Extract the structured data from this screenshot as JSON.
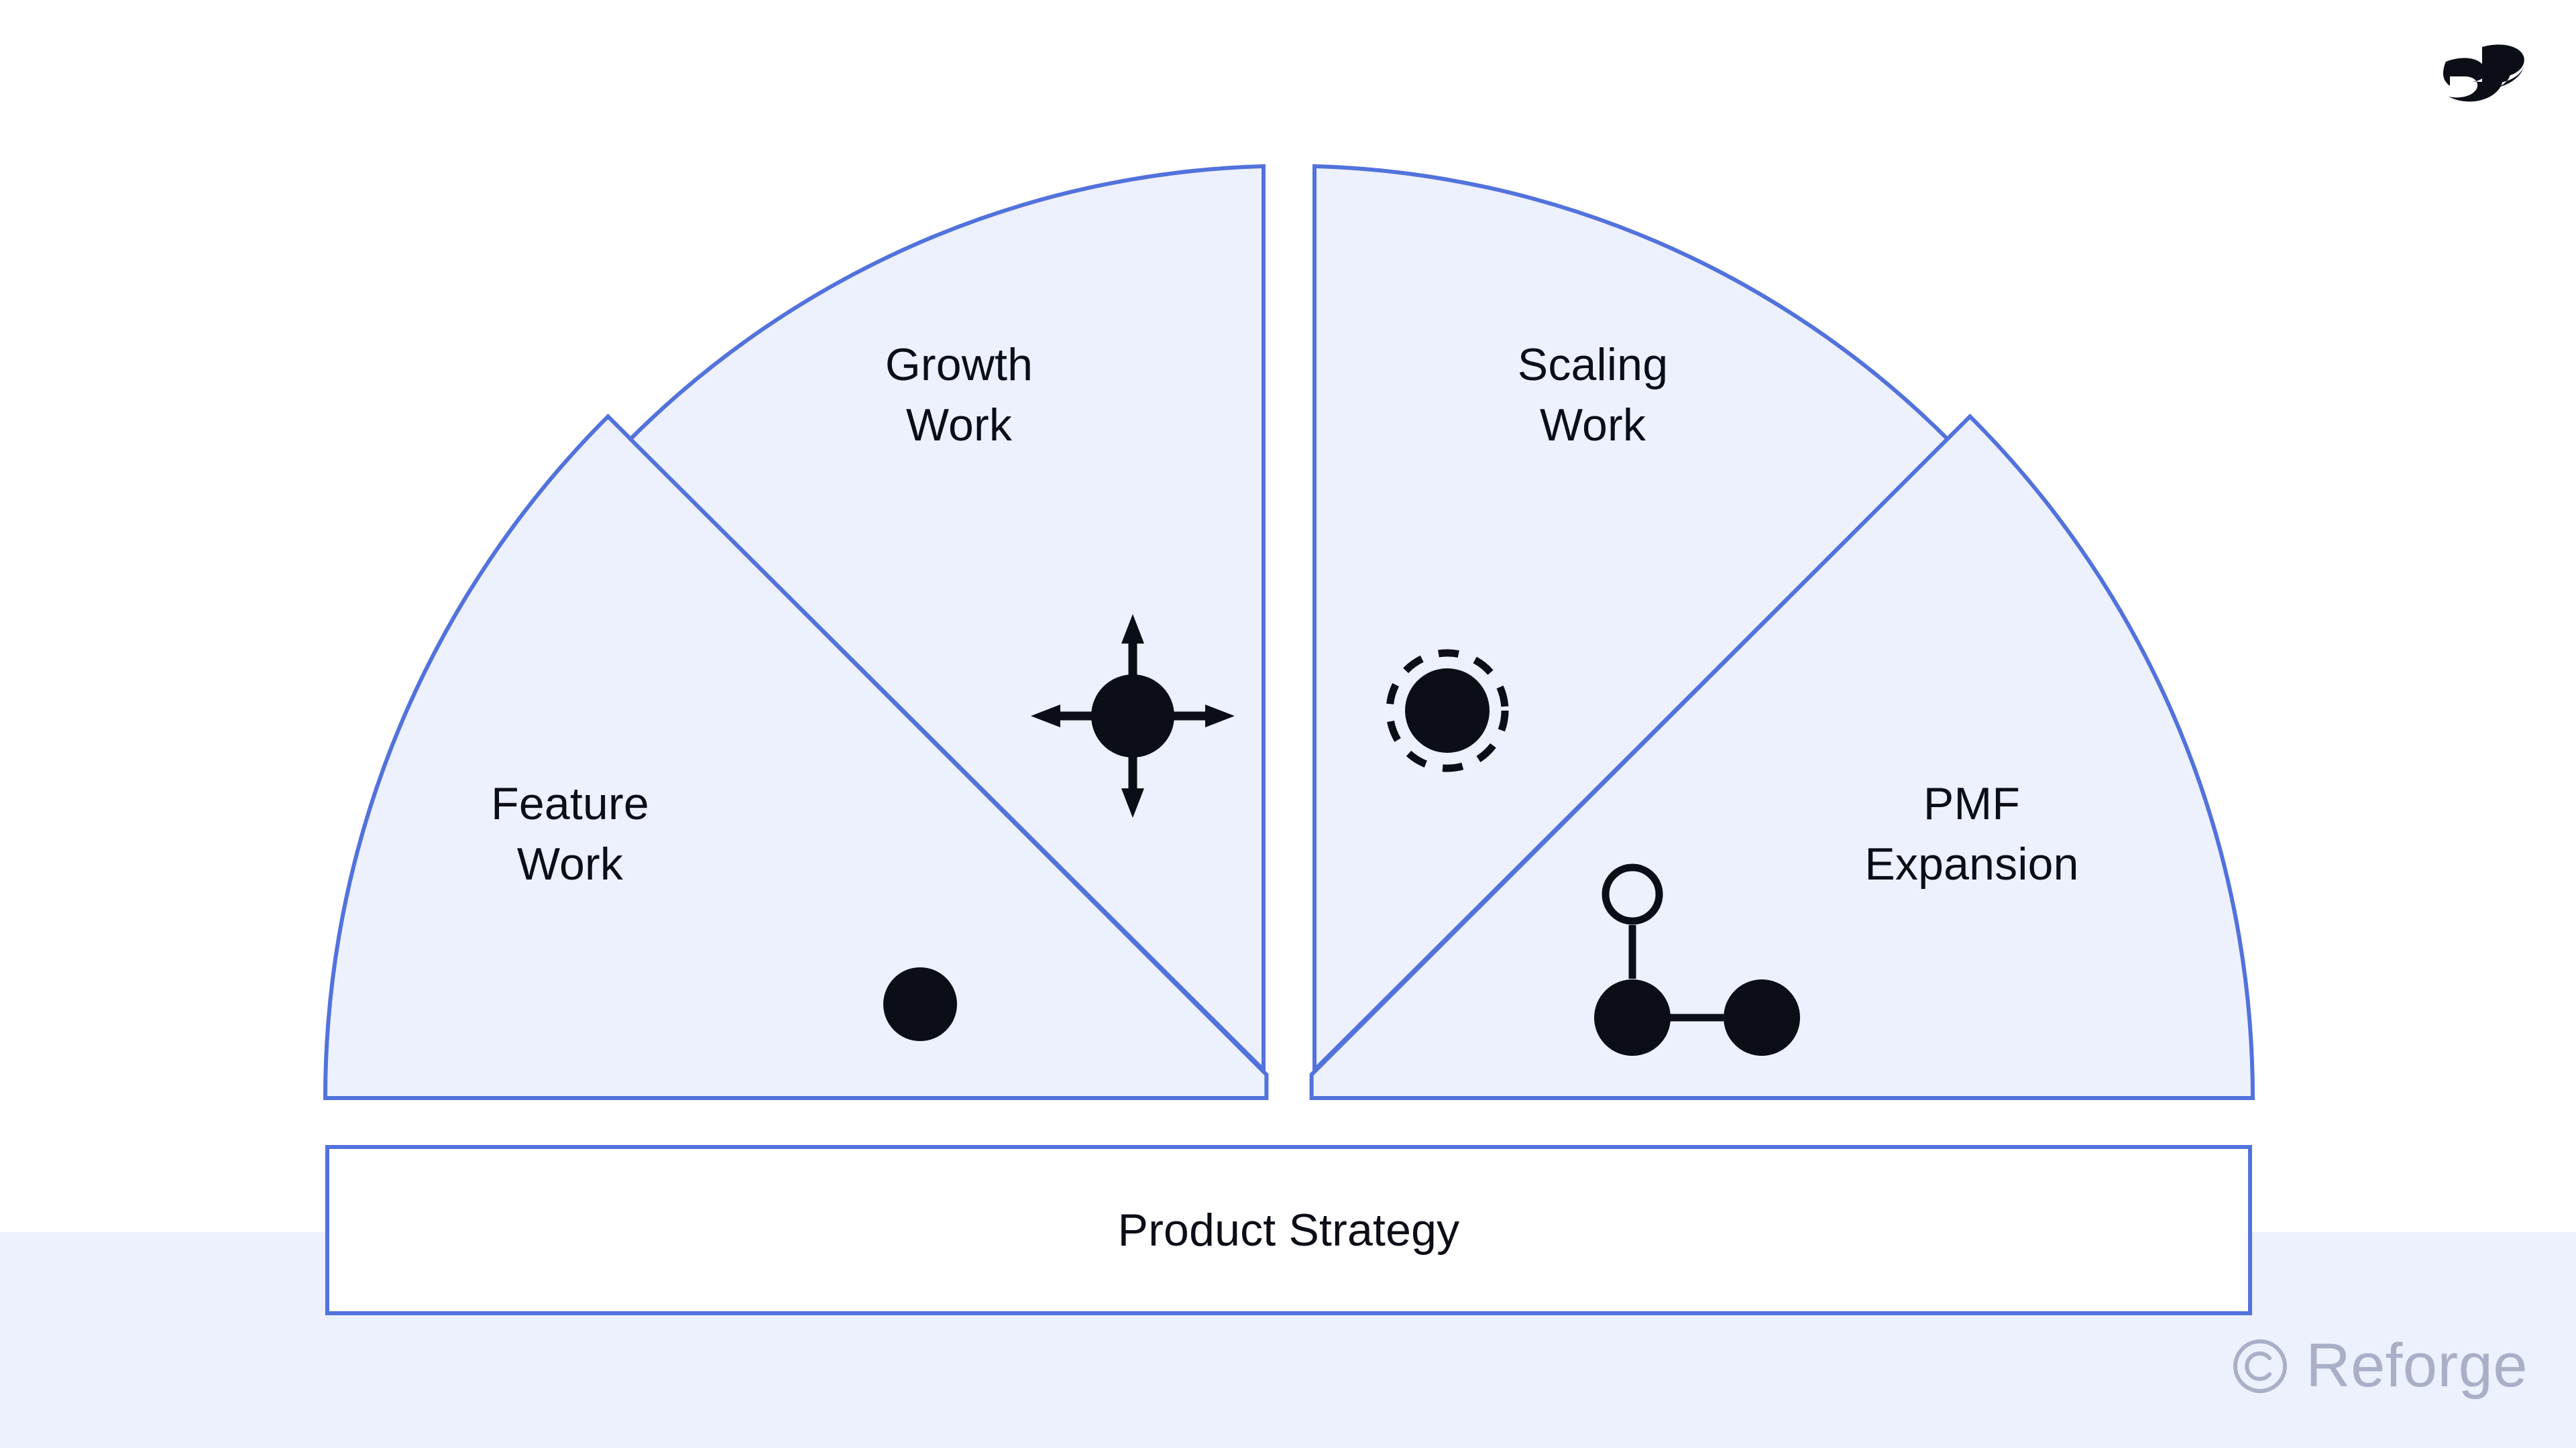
{
  "diagram": {
    "title": "Product work types semicircle",
    "foundation": {
      "label": "Product Strategy"
    },
    "sectors": [
      {
        "id": "feature-work",
        "label": "Feature\nWork",
        "icon": "single-dot-icon",
        "icon_meaning": "single filled dot"
      },
      {
        "id": "growth-work",
        "label": "Growth\nWork",
        "icon": "four-way-expand-arrows-icon",
        "icon_meaning": "filled dot with four outward arrows"
      },
      {
        "id": "scaling-work",
        "label": "Scaling\nWork",
        "icon": "dashed-ring-dot-icon",
        "icon_meaning": "filled dot inside dashed circle"
      },
      {
        "id": "pmf-expansion",
        "label": "PMF\nExpansion",
        "icon": "node-network-icon",
        "icon_meaning": "hollow dot linked to two filled dots"
      }
    ]
  },
  "branding": {
    "logo_name": "reforge-logo-mark",
    "watermark_text": "Reforge",
    "watermark_symbol": "©"
  },
  "colors": {
    "sector_fill": "#EDF0FD",
    "sector_stroke": "#5272DC",
    "band_background": "#EDF0FD",
    "page_background": "#FFFFFF",
    "text": "#0B0D17",
    "watermark": "#A9AFC6",
    "icon": "#0B0D17"
  }
}
